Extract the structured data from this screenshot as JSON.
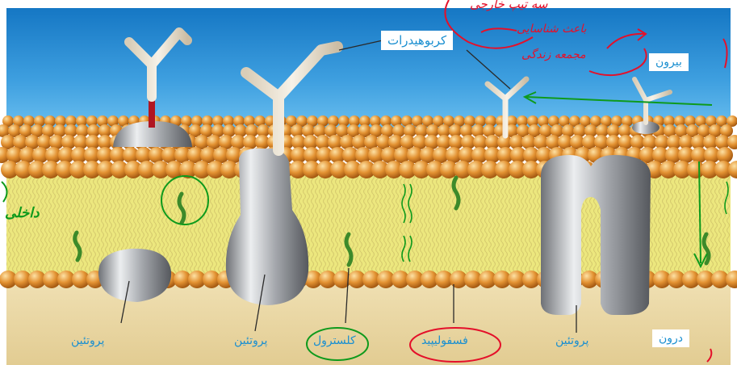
{
  "labels": {
    "carbohydrate": "کربوهیدرات",
    "outside": "بیرون",
    "inside": "درون",
    "protein": "پروتئین",
    "cholesterol": "کلسترول",
    "phospholipid": "فسفولیپید"
  },
  "annotations": {
    "red_top": "سه تیپ خارجی",
    "red_mid1": "باعث شناسایی",
    "red_mid2": "مجمعه زندگی",
    "green_left": "داخلی"
  },
  "colors": {
    "label_text": "#1a8fd0",
    "red_ink": "#e4102a",
    "green_ink": "#0e9a1c",
    "head": "#e0902e",
    "tail": "#ece77e",
    "protein": "#a8abb0"
  }
}
